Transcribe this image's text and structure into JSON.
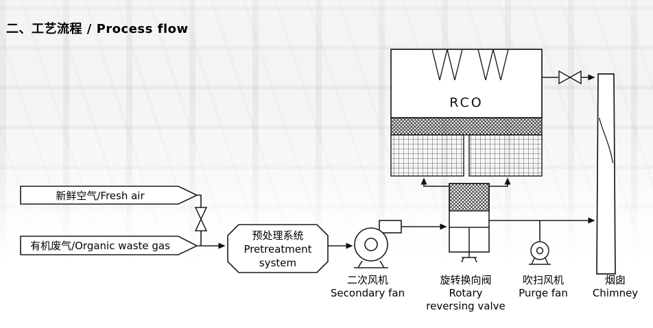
{
  "page": {
    "title": "二、工艺流程 / Process flow",
    "colors": {
      "line": "#1a1a1a",
      "shape_fill": "#ffffff",
      "text": "#000000",
      "backdrop": "#ededed"
    }
  },
  "flow": {
    "fresh_air_label": "新鲜空气/Fresh air",
    "waste_gas_label": "有机废气/Organic waste gas",
    "pretreatment": {
      "zh": "预处理系统",
      "en_line1": "Pretreatment",
      "en_line2": "system"
    },
    "rco_label": "RCO",
    "secondary_fan": {
      "zh": "二次风机",
      "en": "Secondary fan"
    },
    "rotary_valve": {
      "zh": "旋转换向阀",
      "en_line1": "Rotary",
      "en_line2": "reversing valve"
    },
    "purge_fan": {
      "zh": "吹扫风机",
      "en": "Purge fan"
    },
    "chimney": {
      "zh": "烟囱",
      "en": "Chimney"
    }
  },
  "icons": {
    "inlet-valve-icon": "vertical bowtie triangles",
    "top-valve-icon": "horizontal bowtie triangles",
    "secondary-fan-icon": "centrifugal fan circle with outlet duct",
    "purge-fan-icon": "small blower circle on legs",
    "burner-icon": "W-shaped nozzle notches",
    "heat-media-icon": "crosshatched ceramic bed",
    "arrow-icon": "filled triangle arrowhead"
  }
}
